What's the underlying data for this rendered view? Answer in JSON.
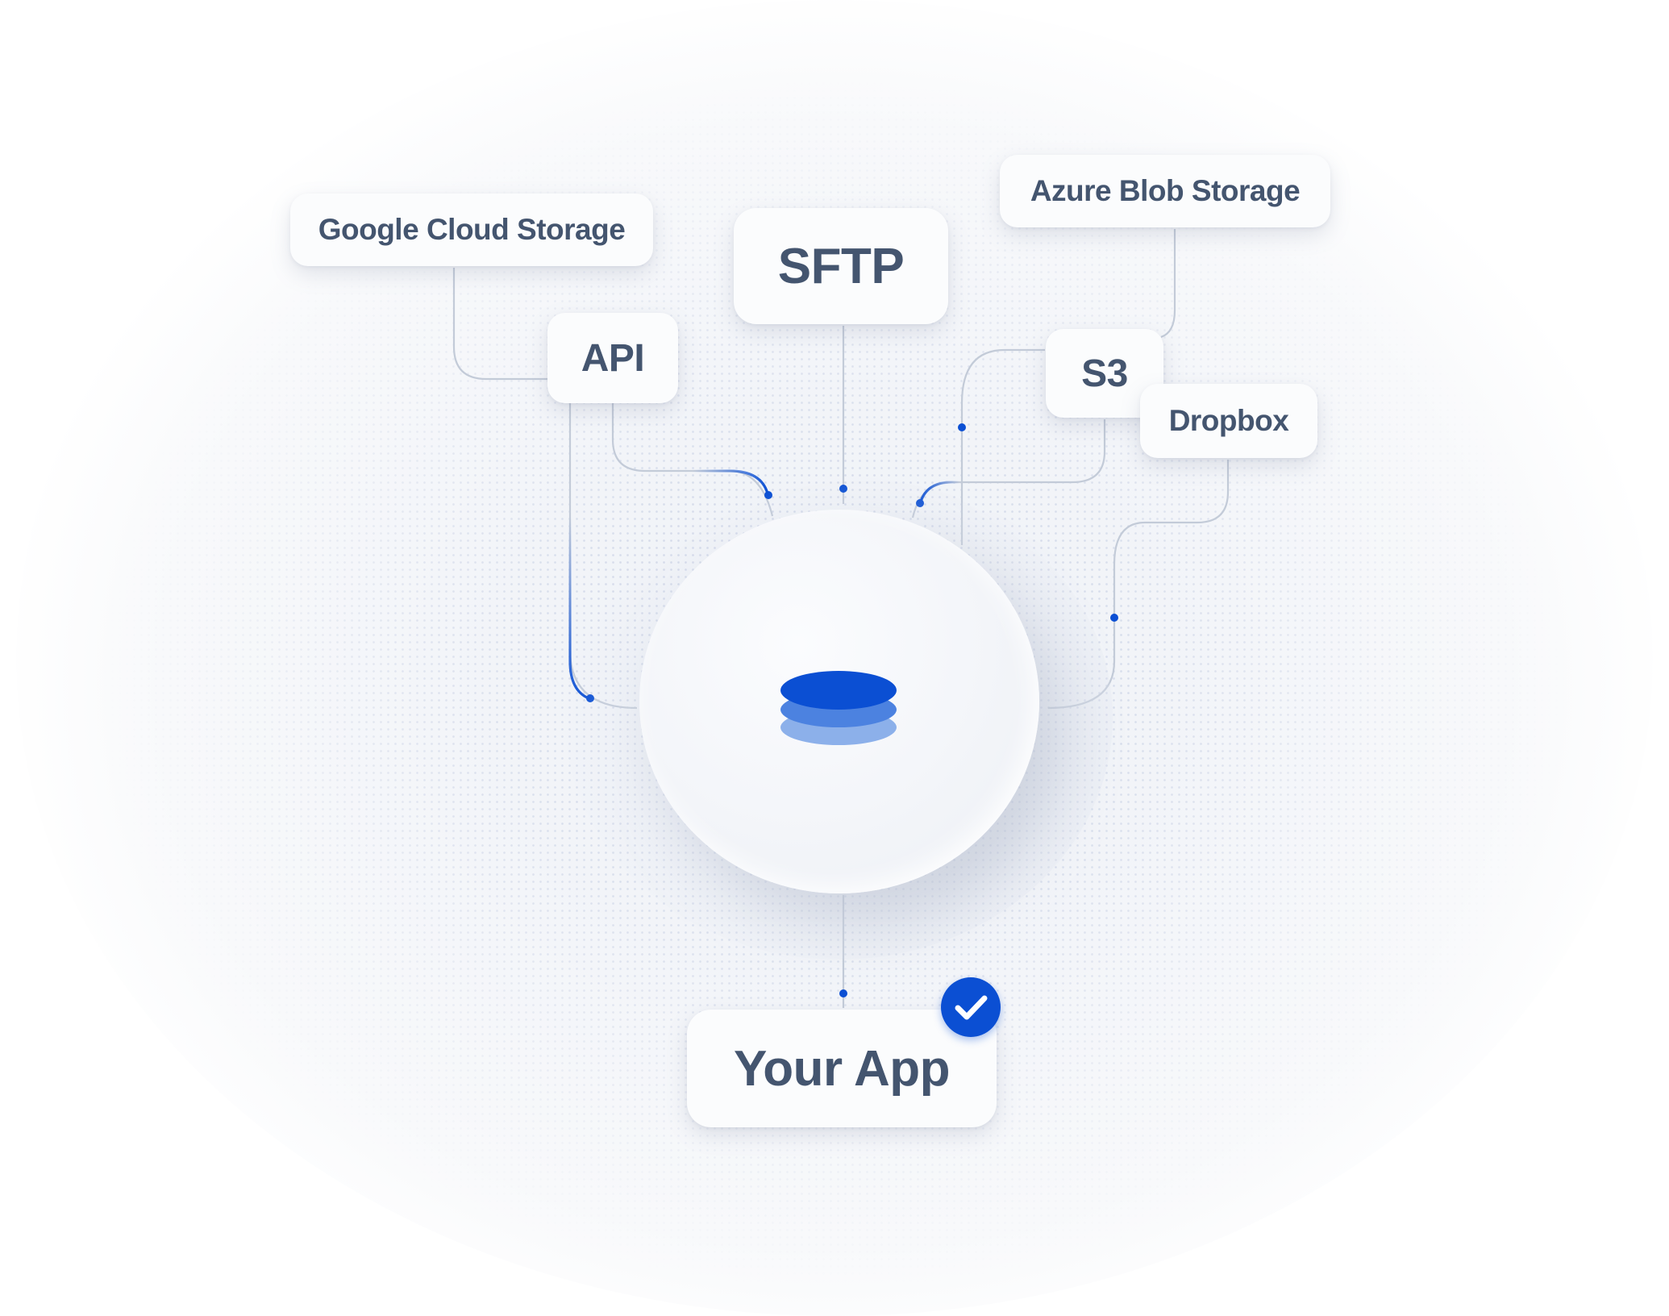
{
  "diagram": {
    "hub": {
      "icon": "database-stack-icon"
    },
    "sources": [
      {
        "id": "gcs",
        "label": "Google Cloud Storage"
      },
      {
        "id": "sftp",
        "label": "SFTP"
      },
      {
        "id": "azure",
        "label": "Azure Blob Storage"
      },
      {
        "id": "api",
        "label": "API"
      },
      {
        "id": "s3",
        "label": "S3"
      },
      {
        "id": "dropbox",
        "label": "Dropbox"
      }
    ],
    "destination": {
      "label": "Your App",
      "badge_icon": "checkmark-icon"
    }
  },
  "colors": {
    "accent": "#0b4fd3",
    "accent_mid": "#4c82e0",
    "accent_light": "#8cb0ea",
    "label_text": "#44556f",
    "connector": "#c3cbd8"
  }
}
